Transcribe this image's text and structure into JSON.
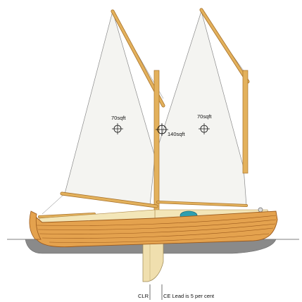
{
  "sails": {
    "fore": {
      "area_label": "70sqft"
    },
    "main": {
      "area_label": "70sqft"
    },
    "combined": {
      "area_label": "140sqft"
    }
  },
  "labels": {
    "clr": "CLR",
    "ce_lead": "CE Lead is 5 per cent"
  },
  "colors": {
    "background": "#ffffff",
    "sail_fill": "#f4f4f1",
    "sail_edge": "#8a8a8a",
    "spar": "#e3b15c",
    "spar_edge": "#a8722a",
    "hull_planking": "#e4a24e",
    "hull_plank_line": "#9c5a1c",
    "deck": "#f3e6b8",
    "hatch": "#2f9fb0",
    "hull_below_water": "#8a8a8a",
    "centreboard": "#f0dfae",
    "waterline": "#555555"
  }
}
